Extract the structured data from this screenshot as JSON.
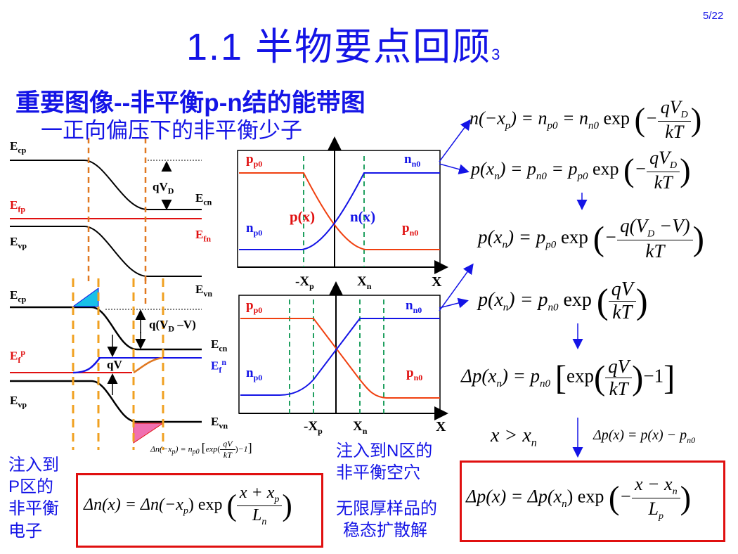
{
  "page": {
    "number": "5/22"
  },
  "title": {
    "main": "1.1  半物要点回顾",
    "suffix": "3"
  },
  "subtitle": {
    "line1": "重要图像--非平衡p-n结的能带图",
    "line2": "一正向偏压下的非平衡少子"
  },
  "band_top": {
    "ecp": "E",
    "ecp_sub": "cp",
    "efp": "E",
    "efp_sub": "fp",
    "evp": "E",
    "evp_sub": "vp",
    "qvd": "qV",
    "qvd_sub": "D",
    "ecn": "E",
    "ecn_sub": "cn",
    "efn": "E",
    "efn_sub": "fn",
    "evn": "E",
    "evn_sub": "vn"
  },
  "band_bottom": {
    "ecp": "E",
    "ecp_sub": "cp",
    "efp": "E",
    "efp_sub": "f",
    "efp_sup": "p",
    "evp": "E",
    "evp_sub": "vp",
    "qvdv": "q(V",
    "qvdv_sub": "D",
    "qvdv_tail": " –V)",
    "qv": "qV",
    "ecn": "E",
    "ecn_sub": "cn",
    "efn": "E",
    "efn_sub": "f",
    "efn_sup": "n",
    "evn": "E",
    "evn_sub": "vn"
  },
  "conc_top": {
    "pp0": "p",
    "pp0_sub": "p0",
    "nn0": "n",
    "nn0_sub": "n0",
    "px": "p(x)",
    "nx": "n(x)",
    "np0": "n",
    "np0_sub": "p0",
    "pn0": "p",
    "pn0_sub": "n0",
    "xp": "-X",
    "xp_sub": "p",
    "xn": "X",
    "xn_sub": "n",
    "x": "X"
  },
  "conc_bottom": {
    "pp0": "p",
    "pp0_sub": "p0",
    "nn0": "n",
    "nn0_sub": "n0",
    "np0": "n",
    "np0_sub": "p0",
    "pn0": "p",
    "pn0_sub": "n0",
    "xp": "-X",
    "xp_sub": "p",
    "xn": "X",
    "xn_sub": "n",
    "x": "X"
  },
  "captions": {
    "p_region": [
      "注入到",
      "P区的",
      "非平衡",
      "电子"
    ],
    "n_region": [
      "注入到N区的",
      "非平衡空穴"
    ],
    "steady": [
      "无限厚样品的",
      "稳态扩散解"
    ]
  },
  "equations": {
    "eq1_lhs": "n(−x",
    "eq1_mid": ") = n",
    "eq1_mid2": " = n",
    "eq1_exp": " exp",
    "eq2_lhs": "p(x",
    "eq2_mid": ") = p",
    "eq2_mid2": " = p",
    "eq2_exp": " exp",
    "eq3_lhs": "p(x",
    "eq3_mid": ") = p",
    "eq3_exp": " exp",
    "eq4_lhs": "p(x",
    "eq4_mid": ") = p",
    "eq4_exp": " exp",
    "eq5_lhs": "Δp(x",
    "eq5_mid": ") = p",
    "eq5_exp": "exp",
    "eq5_tail": "−1",
    "cond": "x > x",
    "cond_sub": "n",
    "delta_def": "Δp(x) = p(x) − p",
    "delta_def_sub": "n0",
    "small_eq": "Δn(−x",
    "small_mid": ") = n",
    "small_exp": "exp",
    "small_tail": "−1",
    "box_left_lhs": "Δn(x) = Δn(−x",
    "box_left_exp": ") exp",
    "box_right_lhs": "Δp(x) = Δp(x",
    "box_right_exp": ") exp",
    "frac_qvd_num": "qV",
    "frac_qvd_sub": "D",
    "frac_kt": "kT",
    "frac_qvdv_num": "q(V",
    "frac_qvdv_sub": "D",
    "frac_qvdv_tail": " −V)",
    "frac_qv_num": "qV",
    "frac_xxp_num": "x + x",
    "frac_xxp_sub": "p",
    "frac_ln": "L",
    "frac_ln_sub": "n",
    "frac_xxn_num": "x − x",
    "frac_xxn_sub": "n",
    "frac_lp": "L",
    "frac_lp_sub": "p",
    "sub_p": "p",
    "sub_n": "n",
    "sub_p0": "p0",
    "sub_n0": "n0",
    "minus": "−"
  },
  "colors": {
    "title": "#1414e6",
    "red": "#e01010",
    "orange": "#f0a020",
    "green": "#20a060",
    "black": "#000000"
  }
}
